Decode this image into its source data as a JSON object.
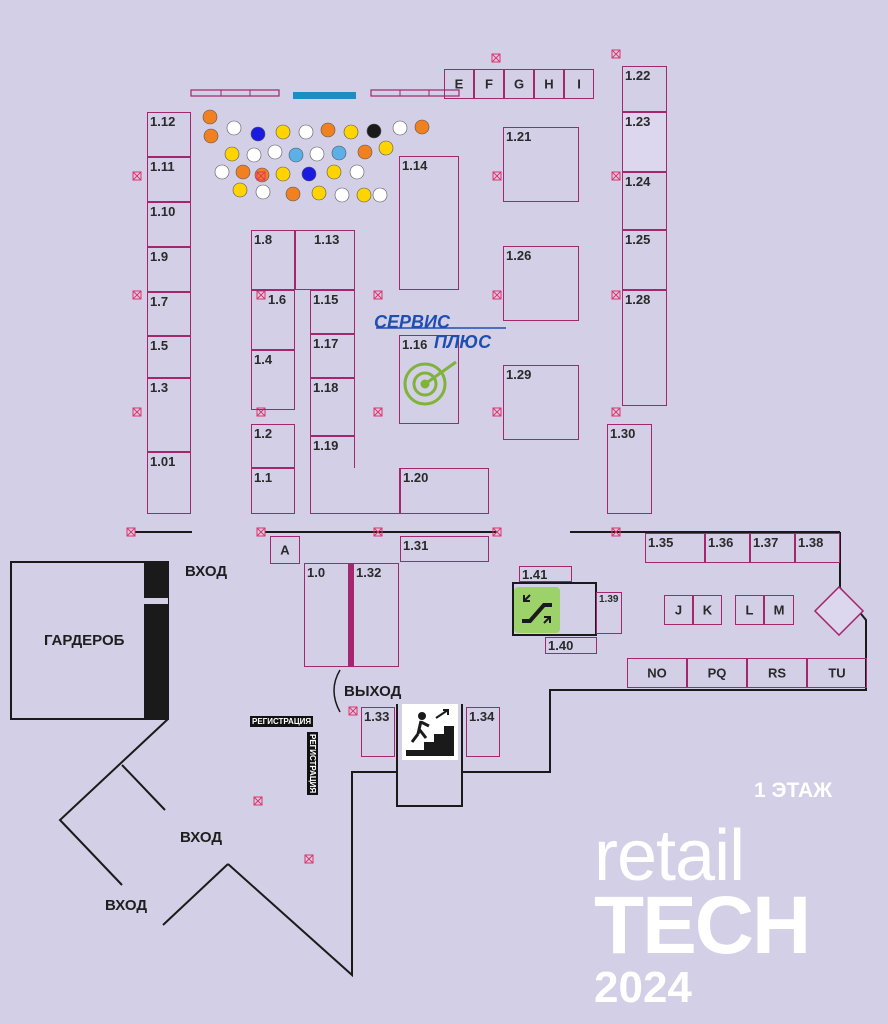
{
  "floor_label": "1 ЭТАЖ",
  "brand": {
    "line1": "retail",
    "line2": "TECH",
    "line3": "2024"
  },
  "areas": {
    "wardrobe": "ГАРДЕРОБ",
    "entrance_main": "ВХОД",
    "entrance_2": "ВХОД",
    "entrance_3": "ВХОД",
    "exit": "ВЫХОД",
    "registration_1": "РЕГИСТРАЦИЯ",
    "registration_2": "РЕГИСТРАЦИЯ"
  },
  "exhibitor_logo": {
    "line1": "СЕРВИС",
    "line2": "ПЛЮС"
  },
  "booths": {
    "b1_12": "1.12",
    "b1_11": "1.11",
    "b1_10": "1.10",
    "b1_9": "1.9",
    "b1_7": "1.7",
    "b1_5": "1.5",
    "b1_3": "1.3",
    "b1_01": "1.01",
    "b1_8": "1.8",
    "b1_13": "1.13",
    "b1_6": "1.6",
    "b1_15": "1.15",
    "b1_4": "1.4",
    "b1_17": "1.17",
    "b1_18": "1.18",
    "b1_2": "1.2",
    "b1_19": "1.19",
    "b1_1": "1.1",
    "b1_14": "1.14",
    "b1_16": "1.16",
    "b1_20": "1.20",
    "b1_21": "1.21",
    "b1_26": "1.26",
    "b1_29": "1.29",
    "b1_22": "1.22",
    "b1_23": "1.23",
    "b1_24": "1.24",
    "b1_25": "1.25",
    "b1_28": "1.28",
    "b1_30": "1.30",
    "bE": "E",
    "bF": "F",
    "bG": "G",
    "bH": "H",
    "bI": "I",
    "bA": "A",
    "b1_31": "1.31",
    "b1_0": "1.0",
    "b1_32": "1.32",
    "b1_41": "1.41",
    "b1_39": "1.39",
    "b1_40": "1.40",
    "b1_35": "1.35",
    "b1_36": "1.36",
    "b1_37": "1.37",
    "b1_38": "1.38",
    "bJ": "J",
    "bK": "K",
    "bL": "L",
    "bM": "M",
    "bNO": "NO",
    "bPQ": "PQ",
    "bRS": "RS",
    "bTU": "TU",
    "b1_33": "1.33",
    "b1_34": "1.34"
  },
  "seating_colors": [
    "#f08020",
    "#ffffff",
    "#1a1ae0",
    "#ffd400",
    "#5bb0e8",
    "#1a1a1a"
  ],
  "colors": {
    "background": "#d3cfe6",
    "booth_border": "#a4266f",
    "marker": "#e0336a",
    "escalator": "#9dd16a"
  }
}
